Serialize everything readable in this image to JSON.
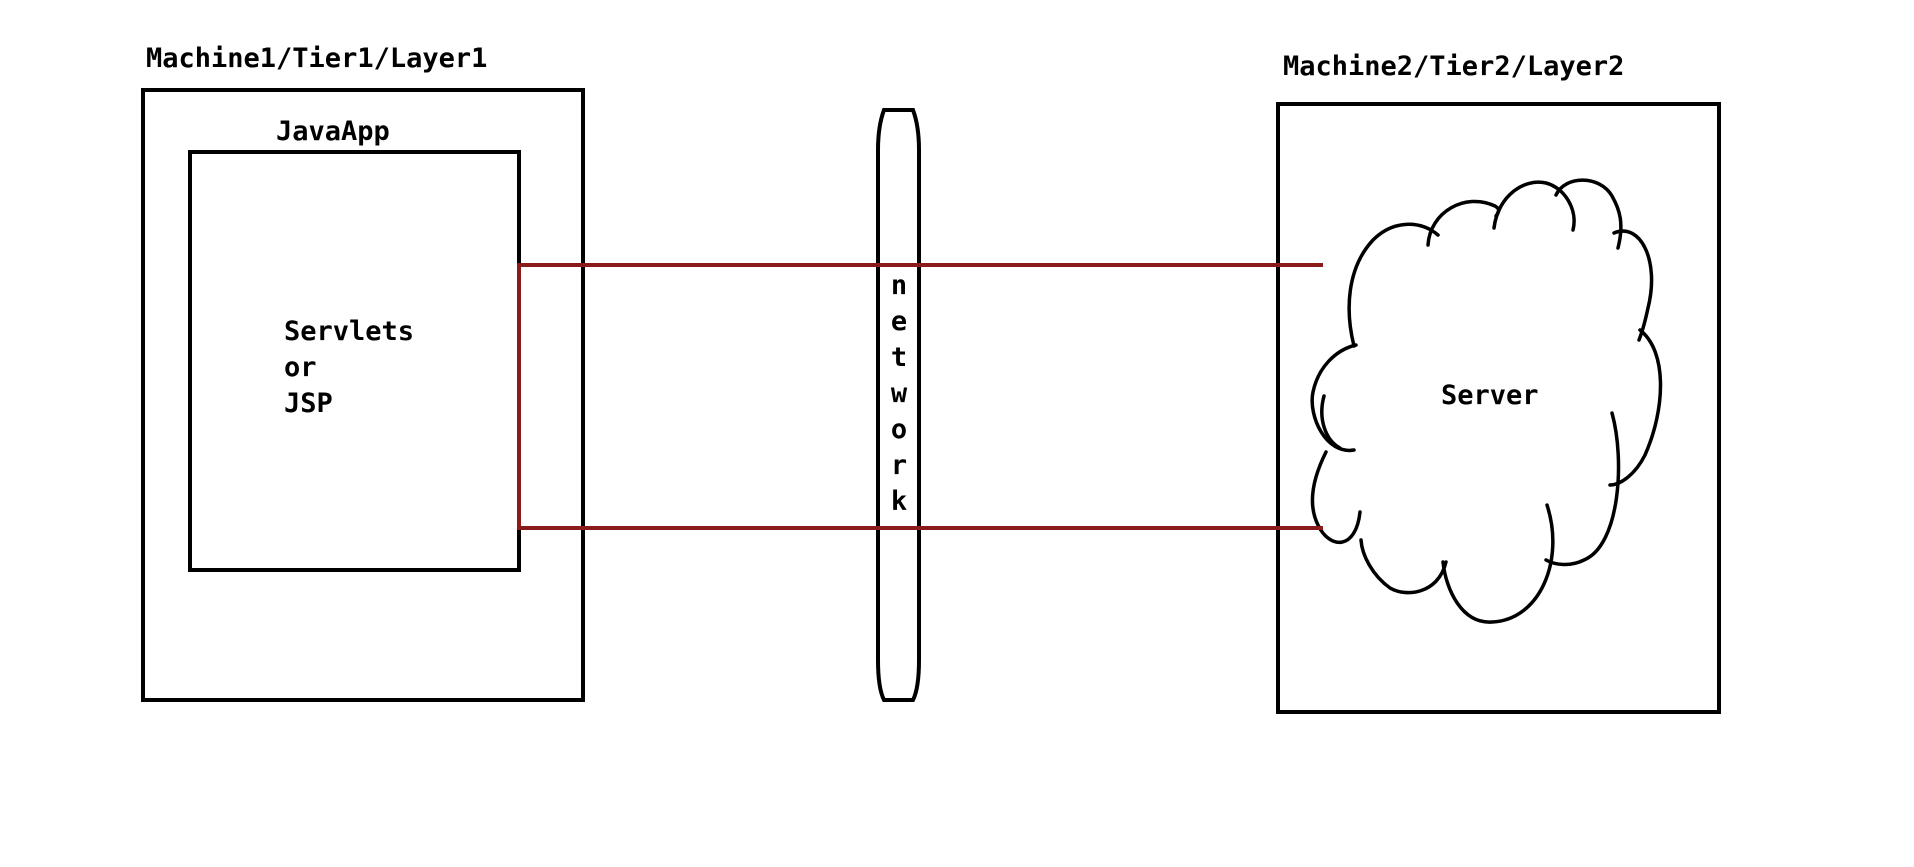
{
  "machine1": {
    "title": "Machine1/Tier1/Layer1",
    "app_title": "JavaApp",
    "content_lines": [
      "Servlets",
      "or",
      "JSP"
    ]
  },
  "network": {
    "letters": [
      "n",
      "e",
      "t",
      "w",
      "o",
      "r",
      "k"
    ]
  },
  "machine2": {
    "title": "Machine2/Tier2/Layer2",
    "server_label": "Server"
  },
  "colors": {
    "connection": "#8B1A1A",
    "stroke": "#000000",
    "background": "#ffffff"
  }
}
